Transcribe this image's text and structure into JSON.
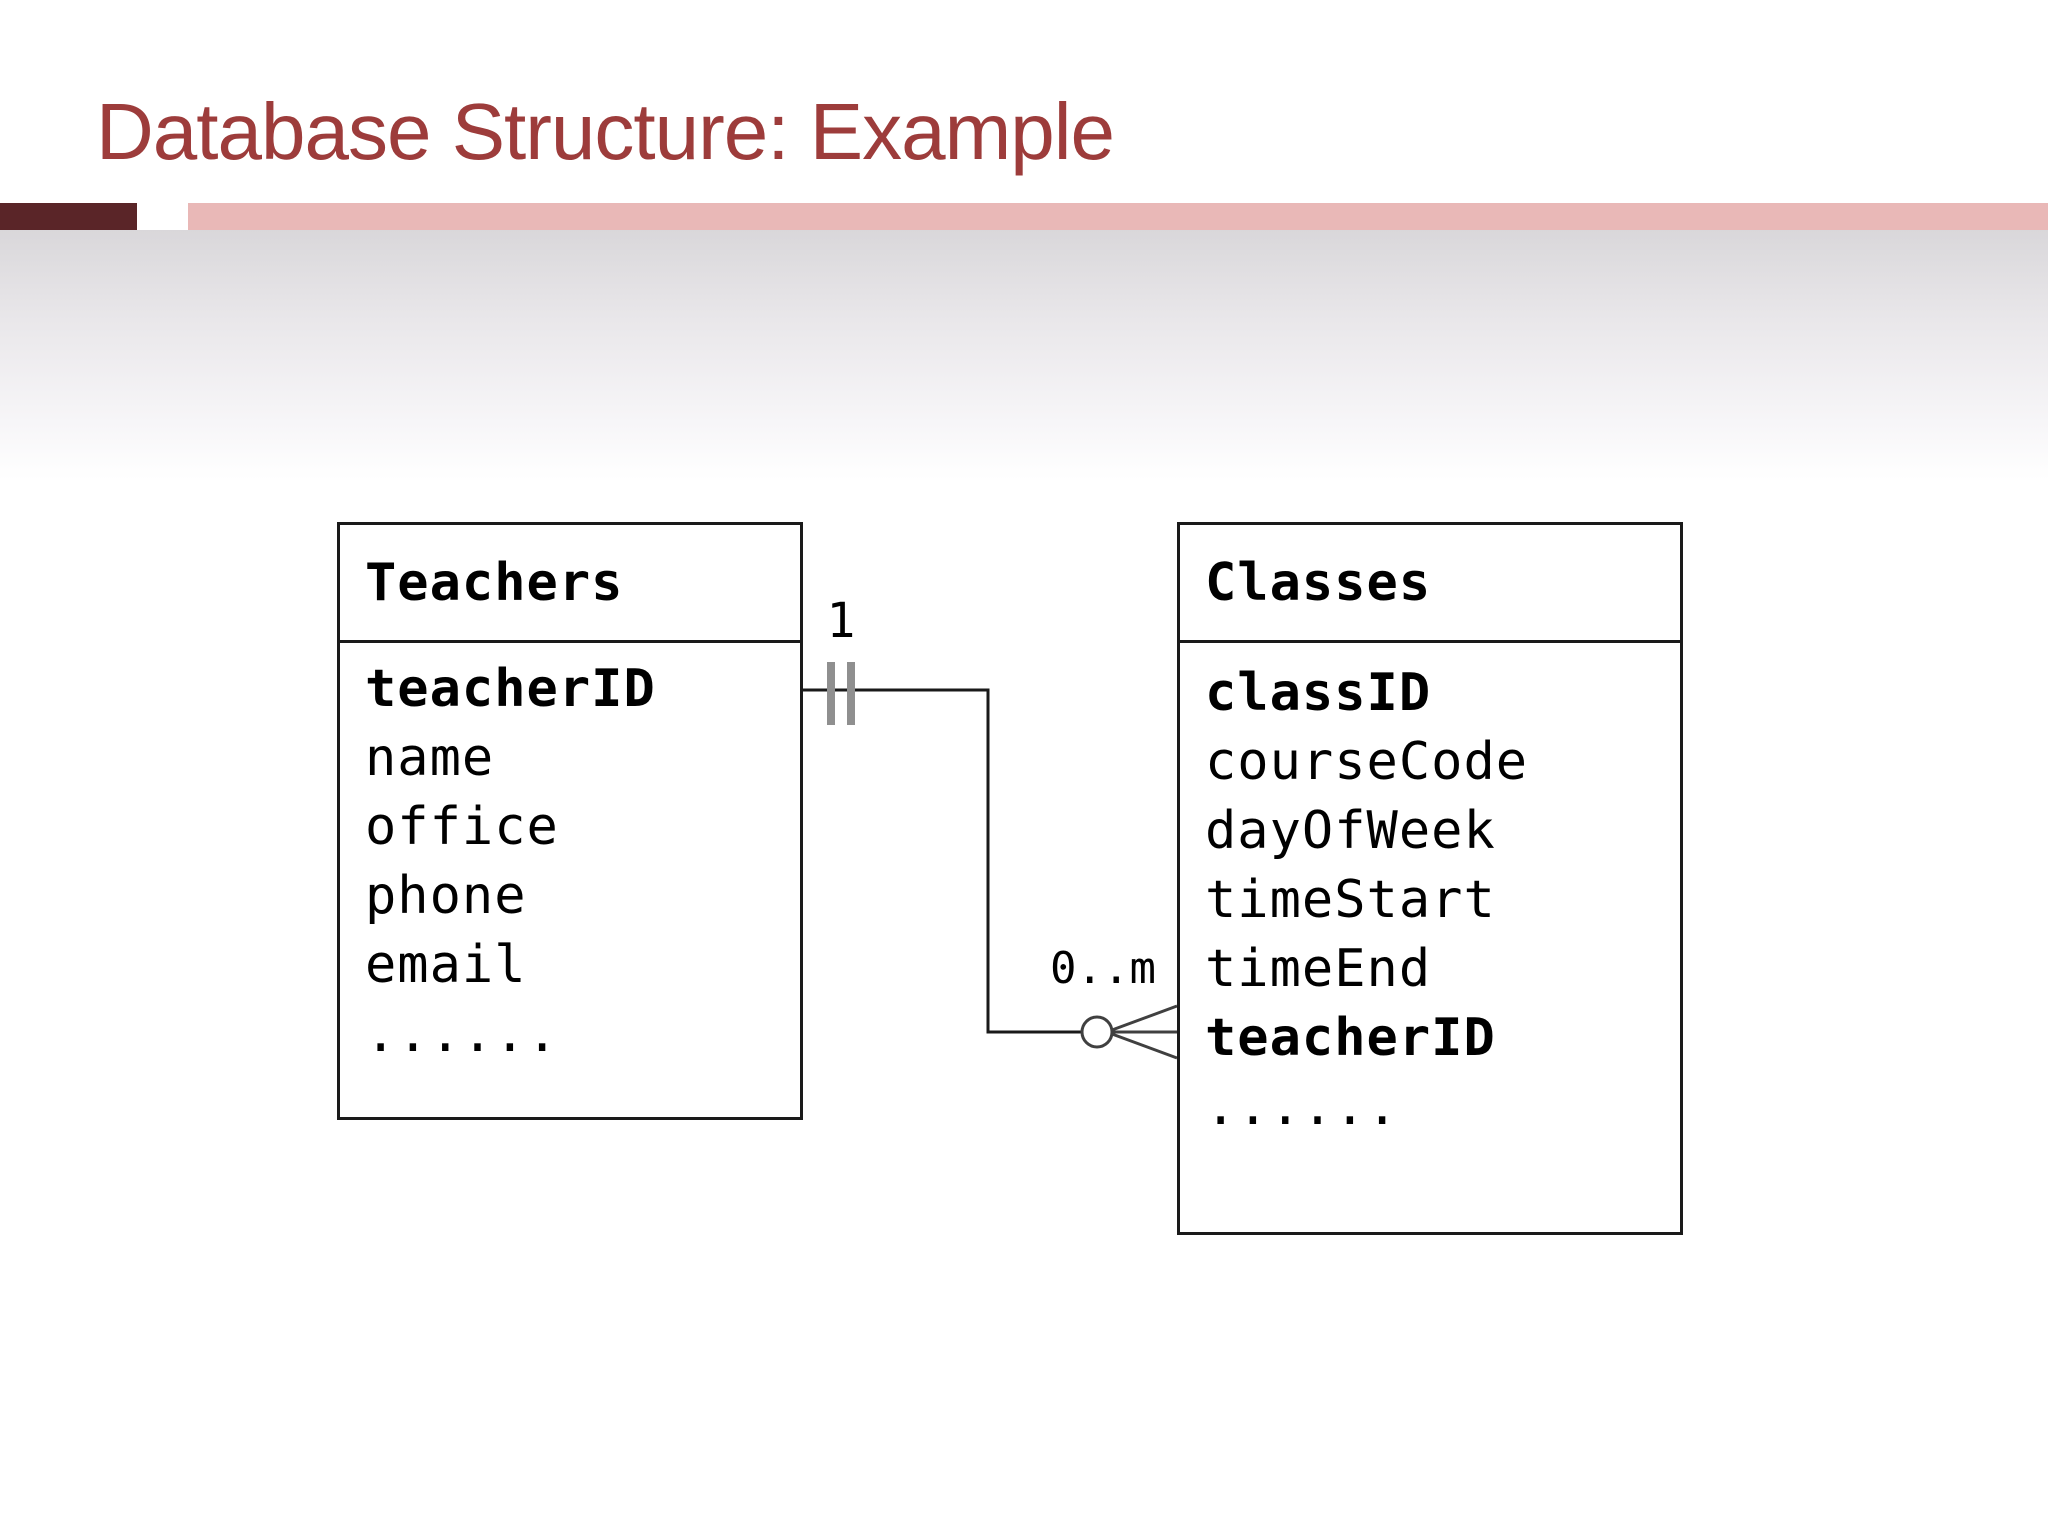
{
  "slide": {
    "title": "Database Structure: Example"
  },
  "colors": {
    "title_text": "#9d3c3b",
    "accent_bar_dark": "#5a2528",
    "accent_bar_pink": "#e9b8b7",
    "background_gradient_top": "#d9d7da",
    "table_border": "#1a1a1a",
    "tick_gray": "#8f8f8f",
    "crow_foot": "#404040"
  },
  "diagram": {
    "tables": [
      {
        "name": "Teachers",
        "fields": [
          {
            "label": "teacherID",
            "key": true
          },
          {
            "label": "name",
            "key": false
          },
          {
            "label": "office",
            "key": false
          },
          {
            "label": "phone",
            "key": false
          },
          {
            "label": "email",
            "key": false
          },
          {
            "label": "......",
            "key": false
          }
        ]
      },
      {
        "name": "Classes",
        "fields": [
          {
            "label": "classID",
            "key": true
          },
          {
            "label": "courseCode",
            "key": false
          },
          {
            "label": "dayOfWeek",
            "key": false
          },
          {
            "label": "timeStart",
            "key": false
          },
          {
            "label": "timeEnd",
            "key": false
          },
          {
            "label": "teacherID",
            "key": true
          },
          {
            "label": "......",
            "key": false
          }
        ]
      }
    ],
    "relationship": {
      "one_label": "1",
      "many_label": "0..m"
    }
  }
}
